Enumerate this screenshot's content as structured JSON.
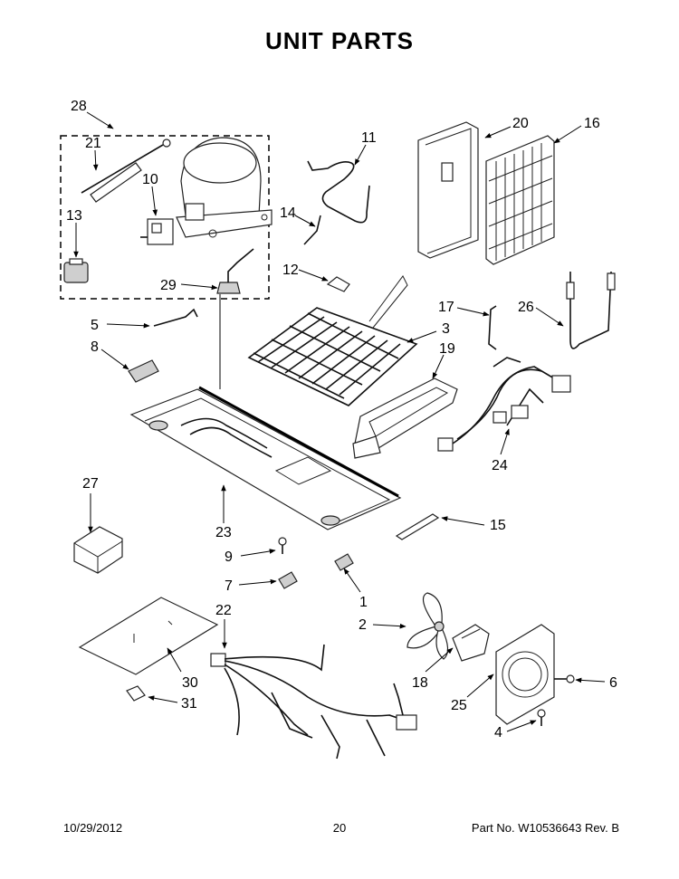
{
  "page": {
    "title": "UNIT PARTS",
    "footer": {
      "date": "10/29/2012",
      "page_number": "20",
      "part_no_text": "Part No.  W10536643  Rev.  B"
    }
  },
  "callouts": [
    {
      "id": "c28",
      "text": "28"
    },
    {
      "id": "c21",
      "text": "21"
    },
    {
      "id": "c10",
      "text": "10"
    },
    {
      "id": "c13",
      "text": "13"
    },
    {
      "id": "c29",
      "text": "29"
    },
    {
      "id": "c11",
      "text": "11"
    },
    {
      "id": "c14",
      "text": "14"
    },
    {
      "id": "c20",
      "text": "20"
    },
    {
      "id": "c16",
      "text": "16"
    },
    {
      "id": "c12",
      "text": "12"
    },
    {
      "id": "c5",
      "text": "5"
    },
    {
      "id": "c3",
      "text": "3"
    },
    {
      "id": "c17",
      "text": "17"
    },
    {
      "id": "c26",
      "text": "26"
    },
    {
      "id": "c8",
      "text": "8"
    },
    {
      "id": "c19",
      "text": "19"
    },
    {
      "id": "c24",
      "text": "24"
    },
    {
      "id": "c27",
      "text": "27"
    },
    {
      "id": "c23",
      "text": "23"
    },
    {
      "id": "c15",
      "text": "15"
    },
    {
      "id": "c9",
      "text": "9"
    },
    {
      "id": "c7",
      "text": "7"
    },
    {
      "id": "c1",
      "text": "1"
    },
    {
      "id": "c22",
      "text": "22"
    },
    {
      "id": "c2",
      "text": "2"
    },
    {
      "id": "c18",
      "text": "18"
    },
    {
      "id": "c30",
      "text": "30"
    },
    {
      "id": "c31",
      "text": "31"
    },
    {
      "id": "c25",
      "text": "25"
    },
    {
      "id": "c6",
      "text": "6"
    },
    {
      "id": "c4",
      "text": "4"
    }
  ]
}
